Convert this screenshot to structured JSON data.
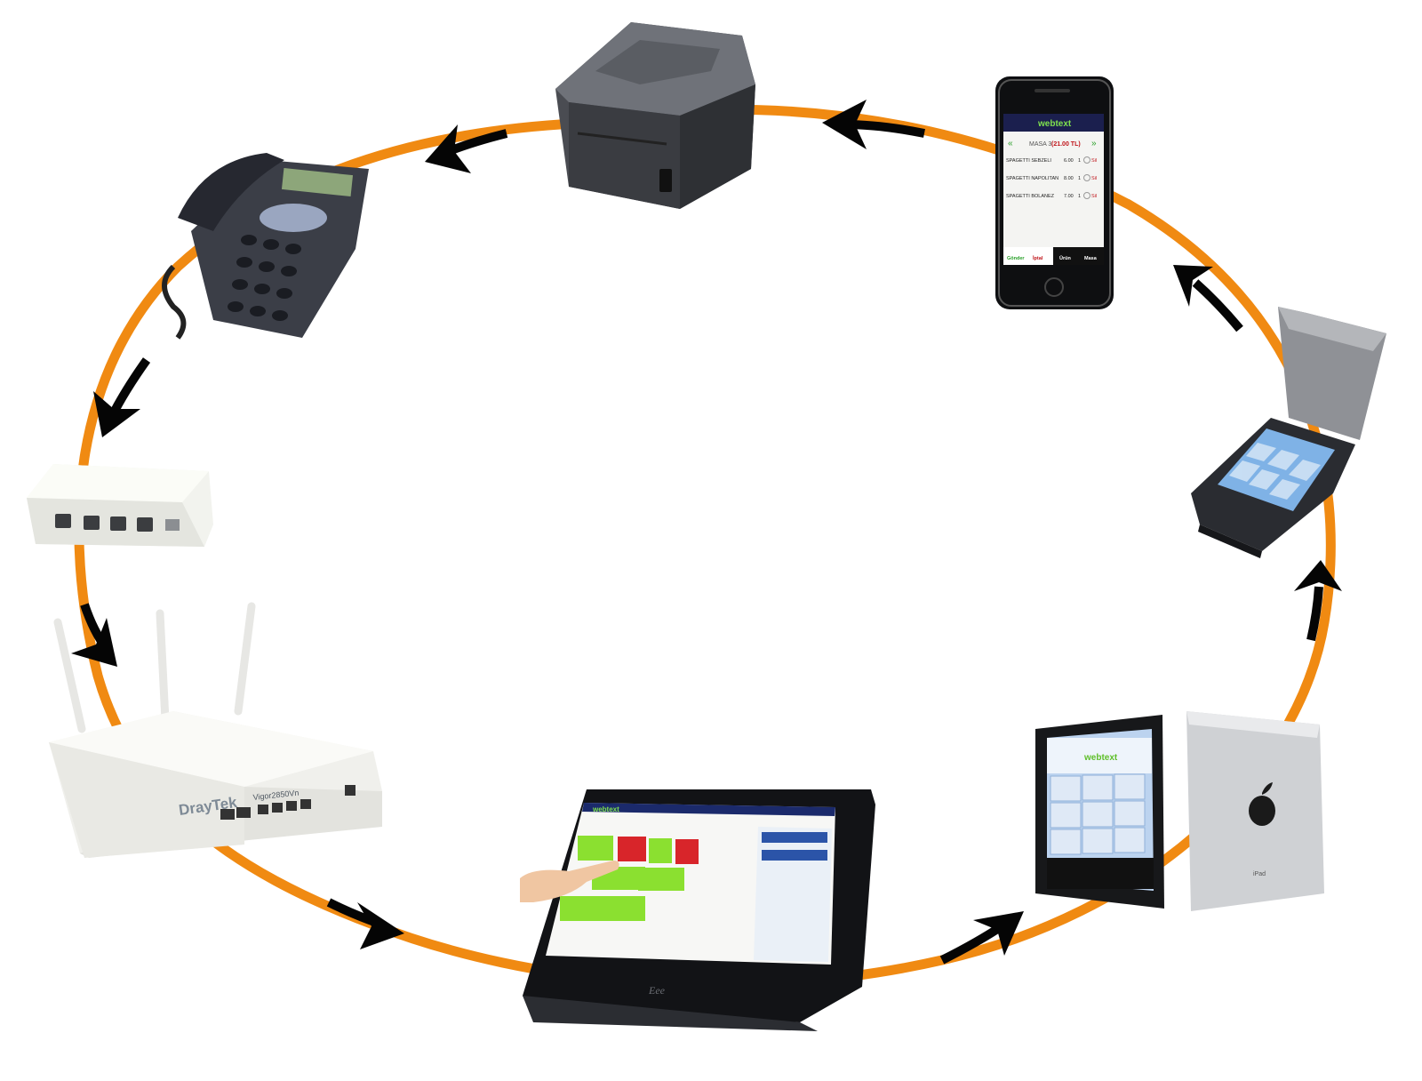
{
  "colors": {
    "ring": "#f08a12",
    "arrow": "#050505",
    "device_dark": "#2b2d33",
    "device_gray": "#6d7078",
    "screen_blue": "#bcd3ef",
    "led_green": "#8be030",
    "table_red": "#d8252a"
  },
  "diagram": {
    "layout": "ring of devices connected by an orange loop with black arrowheads (counter-clockwise flow)",
    "nodes": [
      {
        "id": "receipt-printer",
        "icon": "printer-icon"
      },
      {
        "id": "smartphone",
        "icon": "smartphone-icon"
      },
      {
        "id": "pda-handheld",
        "icon": "pda-icon"
      },
      {
        "id": "tablets",
        "icon": "tablet-icon"
      },
      {
        "id": "touchscreen-pos",
        "icon": "touchscreen-pos-icon"
      },
      {
        "id": "router",
        "icon": "router-icon"
      },
      {
        "id": "caller-id-box",
        "icon": "network-box-icon"
      },
      {
        "id": "desk-phone",
        "icon": "desk-phone-icon"
      }
    ]
  },
  "phone_app": {
    "brand": "webtext",
    "table_label": "MASA 3",
    "table_total": "(21.00 TL)",
    "nav_prev": "«",
    "nav_next": "»",
    "items": [
      {
        "name": "SPAGETTI SEBZELI",
        "price": "6.00",
        "qty": "1",
        "action": "Sil"
      },
      {
        "name": "SPAGETTI NAPOLITAN",
        "price": "8.00",
        "qty": "1",
        "action": "Sil"
      },
      {
        "name": "SPAGETTI BOLANEZ",
        "price": "7.00",
        "qty": "1",
        "action": "Sil"
      }
    ],
    "buttons": [
      "Gönder",
      "İptal",
      "Ürün",
      "Masa"
    ]
  },
  "router": {
    "brand": "DrayTek",
    "model": "Vigor2850Vn"
  },
  "tablet": {
    "brand": "webtext"
  },
  "pos": {
    "brand": "webtext",
    "base_brand": "Eee"
  },
  "ipad": {
    "label": "iPad"
  }
}
